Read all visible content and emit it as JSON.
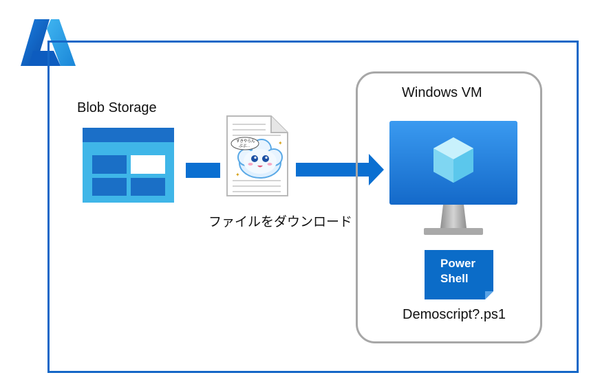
{
  "labels": {
    "blob_storage": "Blob Storage",
    "download": "ファイルをダウンロード",
    "windows_vm": "Windows VM",
    "script_file": "Demoscript?.ps1"
  },
  "powershell_badge": {
    "line1": "Power",
    "line2": "Shell"
  },
  "document_bubble": {
    "line1": "すきやらん",
    "line2": "ぷぷ..."
  },
  "icons": {
    "logo": "azure-logo-icon",
    "storage": "blob-storage-icon",
    "document": "document-icon",
    "vm": "virtual-machine-icon",
    "script": "powershell-icon"
  },
  "colors": {
    "frame": "#1467c7",
    "arrow": "#0a6fd1",
    "vm_box": "#a7a7a7",
    "storage_header": "#1b6fc8",
    "storage_body": "#3fb6e8",
    "powershell": "#0b6cc8"
  }
}
